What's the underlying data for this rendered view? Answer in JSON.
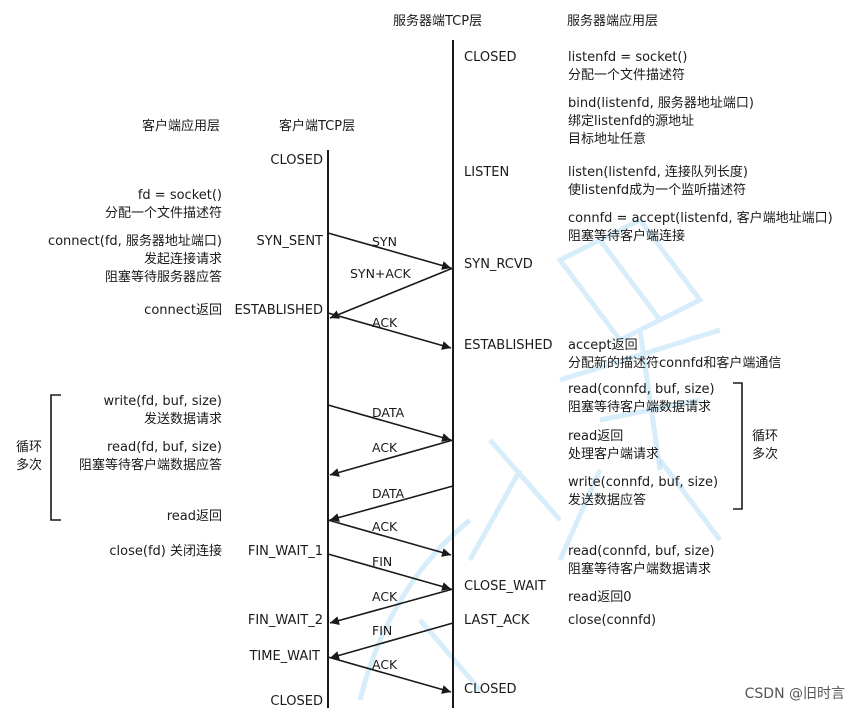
{
  "headers": {
    "client_app": "客户端应用层",
    "client_tcp": "客户端TCP层",
    "server_tcp": "服务器端TCP层",
    "server_app": "服务器端应用层"
  },
  "client_states": [
    {
      "id": "closed-top",
      "label": "CLOSED"
    },
    {
      "id": "syn-sent",
      "label": "SYN_SENT"
    },
    {
      "id": "established",
      "label": "ESTABLISHED"
    },
    {
      "id": "fin-wait-1",
      "label": "FIN_WAIT_1"
    },
    {
      "id": "fin-wait-2",
      "label": "FIN_WAIT_2"
    },
    {
      "id": "time-wait",
      "label": "TIME_WAIT"
    },
    {
      "id": "closed-bottom",
      "label": "CLOSED"
    }
  ],
  "server_states": [
    {
      "id": "closed-top",
      "label": "CLOSED"
    },
    {
      "id": "listen",
      "label": "LISTEN"
    },
    {
      "id": "syn-rcvd",
      "label": "SYN_RCVD"
    },
    {
      "id": "established",
      "label": "ESTABLISHED"
    },
    {
      "id": "close-wait",
      "label": "CLOSE_WAIT"
    },
    {
      "id": "last-ack",
      "label": "LAST_ACK"
    },
    {
      "id": "closed-bottom",
      "label": "CLOSED"
    }
  ],
  "messages": [
    {
      "id": "syn",
      "label": "SYN",
      "direction": "client-to-server"
    },
    {
      "id": "syn-ack",
      "label": "SYN+ACK",
      "direction": "server-to-client"
    },
    {
      "id": "ack-1",
      "label": "ACK",
      "direction": "client-to-server"
    },
    {
      "id": "data-1",
      "label": "DATA",
      "direction": "client-to-server"
    },
    {
      "id": "ack-2",
      "label": "ACK",
      "direction": "server-to-client"
    },
    {
      "id": "data-2",
      "label": "DATA",
      "direction": "server-to-client"
    },
    {
      "id": "ack-3",
      "label": "ACK",
      "direction": "client-to-server"
    },
    {
      "id": "fin-1",
      "label": "FIN",
      "direction": "client-to-server"
    },
    {
      "id": "ack-4",
      "label": "ACK",
      "direction": "server-to-client"
    },
    {
      "id": "fin-2",
      "label": "FIN",
      "direction": "server-to-client"
    },
    {
      "id": "ack-5",
      "label": "ACK",
      "direction": "client-to-server"
    }
  ],
  "client_notes": [
    {
      "id": "socket",
      "lines": [
        "fd = socket()",
        "分配一个文件描述符"
      ]
    },
    {
      "id": "connect",
      "lines": [
        "connect(fd, 服务器地址端口)",
        "发起连接请求",
        "阻塞等待服务器应答"
      ]
    },
    {
      "id": "connect-return",
      "lines": [
        "connect返回"
      ]
    },
    {
      "id": "write",
      "lines": [
        "write(fd, buf, size)",
        "发送数据请求"
      ]
    },
    {
      "id": "read",
      "lines": [
        "read(fd, buf, size)",
        "阻塞等待客户端数据应答"
      ]
    },
    {
      "id": "read-return",
      "lines": [
        "read返回"
      ]
    },
    {
      "id": "close",
      "lines": [
        "close(fd) 关闭连接"
      ]
    }
  ],
  "server_notes": [
    {
      "id": "socket",
      "lines": [
        "listenfd = socket()",
        "分配一个文件描述符"
      ]
    },
    {
      "id": "bind",
      "lines": [
        "bind(listenfd, 服务器地址端口)",
        "绑定listenfd的源地址",
        "目标地址任意"
      ]
    },
    {
      "id": "listen",
      "lines": [
        "listen(listenfd, 连接队列长度)",
        "使listenfd成为一个监听描述符"
      ]
    },
    {
      "id": "accept",
      "lines": [
        "connfd = accept(listenfd, 客户端地址端口)",
        "阻塞等待客户端连接"
      ]
    },
    {
      "id": "accept-return",
      "lines": [
        "accept返回",
        "分配新的描述符connfd和客户端通信"
      ]
    },
    {
      "id": "read",
      "lines": [
        "read(connfd, buf, size)",
        "阻塞等待客户端数据请求"
      ]
    },
    {
      "id": "read-return",
      "lines": [
        "read返回",
        "处理客户端请求"
      ]
    },
    {
      "id": "write",
      "lines": [
        "write(connfd, buf, size)",
        "发送数据应答"
      ]
    },
    {
      "id": "read-eof",
      "lines": [
        "read(connfd, buf, size)",
        "阻塞等待客户端数据请求"
      ]
    },
    {
      "id": "read-zero",
      "lines": [
        "read返回0"
      ]
    },
    {
      "id": "close",
      "lines": [
        "close(connfd)"
      ]
    }
  ],
  "loops": {
    "client": [
      "循环",
      "多次"
    ],
    "server": [
      "循环",
      "多次"
    ]
  },
  "watermark": "CSDN @旧时言",
  "colors": {
    "line": "#1a1a1a",
    "text": "#1a1a1a",
    "watermark_stroke": "#8ecaf0"
  }
}
